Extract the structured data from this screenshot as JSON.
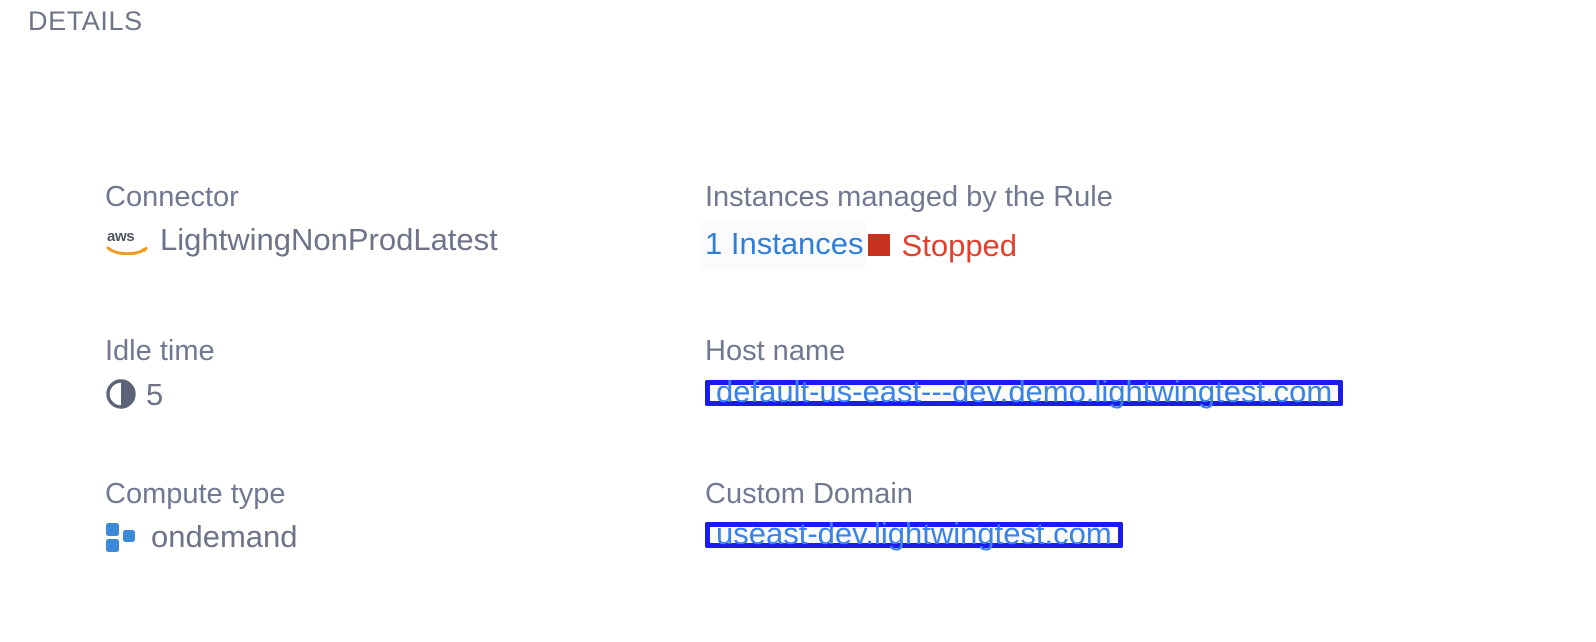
{
  "section": {
    "heading": "DETAILS"
  },
  "colors": {
    "label": "#737891",
    "value": "#6e7389",
    "link": "#3b82e8",
    "status_stopped": "#e2402c",
    "status_dot": "#c8311d",
    "annotation_border": "#1b1bef",
    "aws_orange": "#f0991e",
    "aws_text": "#50555f",
    "compute_blue": "#3d8bd6"
  },
  "fields": {
    "connector": {
      "label": "Connector",
      "value": "LightwingNonProdLatest",
      "icon": "aws-logo-icon"
    },
    "instances": {
      "label": "Instances managed by the Rule",
      "count_label": "1 Instances",
      "status": "Stopped",
      "status_icon": "stopped-square-icon"
    },
    "idle_time": {
      "label": "Idle time",
      "value": "5",
      "icon": "clock-icon"
    },
    "host_name": {
      "label": "Host name",
      "value": "default-us-east---dev.demo.lightwingtest.com"
    },
    "compute_type": {
      "label": "Compute type",
      "value": "ondemand",
      "icon": "compute-squares-icon"
    },
    "custom_domain": {
      "label": "Custom Domain",
      "value": "useast-dev.lightwingtest.com"
    }
  }
}
